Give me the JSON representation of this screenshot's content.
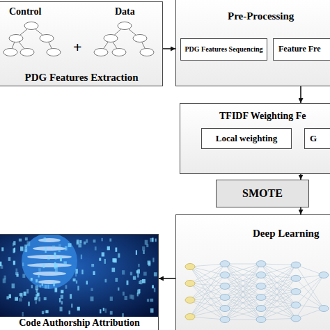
{
  "diagram": {
    "nodes": [
      {
        "text": [
          "Control",
          "+",
          "Data",
          "PDG Features Extraction"
        ]
      },
      {
        "text": [
          "Pre-Processing"
        ]
      },
      {
        "text": [
          "PDG Features Sequencing"
        ],
        "in": 1
      },
      {
        "text": [
          "Feature Fre"
        ],
        "in": 1
      },
      {
        "text": [
          "TFIDF Weighting Fe"
        ]
      },
      {
        "text": [
          "Local weighting"
        ],
        "in": 4
      },
      {
        "text": [
          "G"
        ],
        "in": 4
      },
      {
        "text": [
          "SMOTE"
        ]
      },
      {
        "text": [
          "Deep Learning"
        ]
      },
      {
        "text": [
          "Code Authorship Attribution"
        ]
      }
    ],
    "edges": [
      {
        "from": 0,
        "to": 1,
        "arrow": "to"
      },
      {
        "from": 1,
        "to": 4,
        "arrow": "to"
      },
      {
        "from": 4,
        "to": 7,
        "arrow": "to"
      },
      {
        "from": 7,
        "to": 8,
        "arrow": "to"
      },
      {
        "from": 8,
        "to": 9,
        "arrow": "to"
      }
    ]
  }
}
